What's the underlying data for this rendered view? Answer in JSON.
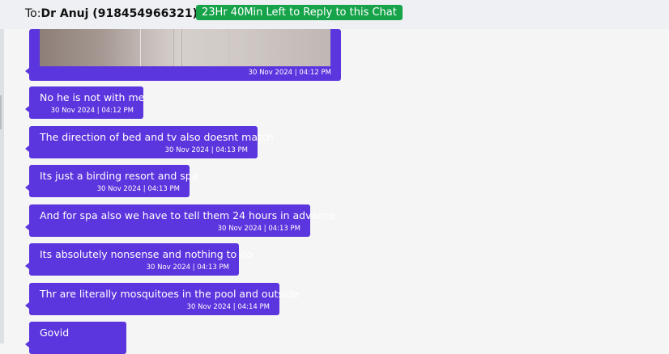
{
  "header": {
    "to_prefix": "To:",
    "to_name": "Dr Anuj (918454966321)",
    "timer": "23Hr 40Min Left to Reply to this Chat"
  },
  "messages": [
    {
      "type": "image",
      "text": "",
      "time": "30 Nov 2024 | 04:12 PM"
    },
    {
      "type": "text",
      "text": "No he is not with me",
      "time": "30 Nov 2024 | 04:12 PM"
    },
    {
      "type": "text",
      "text": "The direction of bed and tv also doesnt match",
      "time": "30 Nov 2024 | 04:13 PM"
    },
    {
      "type": "text",
      "text": "Its just a birding resort and spa",
      "time": "30 Nov 2024 | 04:13 PM"
    },
    {
      "type": "text",
      "text": "And for spa also we have to tell them 24 hours in advance",
      "time": "30 Nov 2024 | 04:13 PM"
    },
    {
      "type": "text",
      "text": "Its absolutely nonsense and nothing to do",
      "time": "30 Nov 2024 | 04:13 PM"
    },
    {
      "type": "text",
      "text": "Thr are literally mosquitoes in the pool and outside",
      "time": "30 Nov 2024 | 04:14 PM"
    },
    {
      "type": "text",
      "text": "Govid",
      "time": ""
    }
  ],
  "colors": {
    "bubble": "#5b35dd",
    "timer_badge": "#16a34a",
    "header_bg": "#eef0f3",
    "chat_bg": "#f5f5f5"
  }
}
